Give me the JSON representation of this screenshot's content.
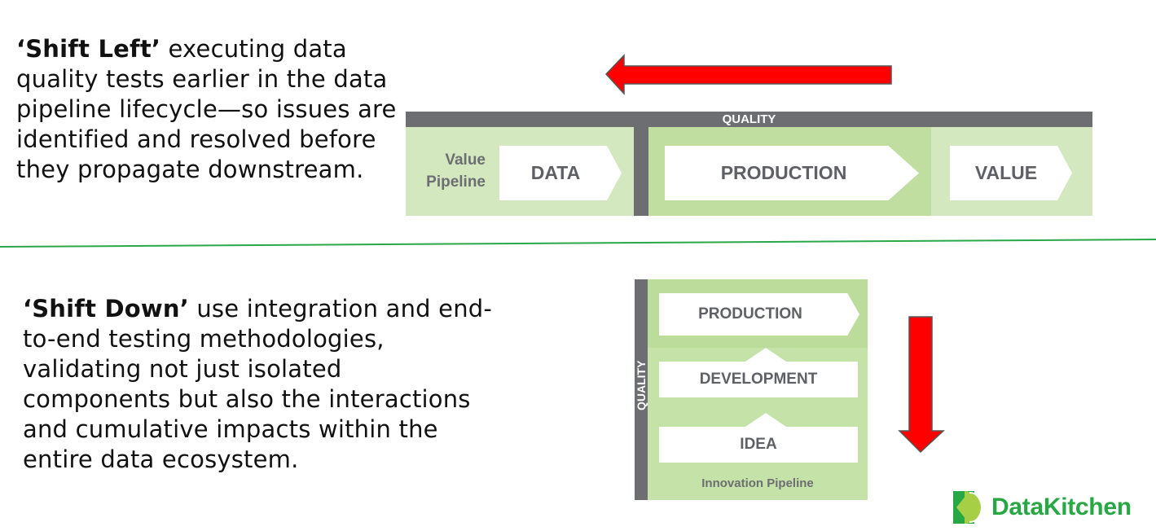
{
  "shift_left": {
    "title": "‘Shift Left’",
    "body": " executing data quality tests earlier in the data pipeline lifecycle—so issues are identified and resolved before they propagate downstream."
  },
  "shift_down": {
    "title": "‘Shift Down’",
    "body": " use integration and end-to-end testing methodologies, validating not just isolated components but also the interactions and cumulative impacts within the entire data ecosystem."
  },
  "value_pipeline": {
    "quality_label": "QUALITY",
    "row_label_line1": "Value",
    "row_label_line2": "Pipeline",
    "stages": [
      "DATA",
      "PRODUCTION",
      "VALUE"
    ]
  },
  "innovation_pipeline": {
    "quality_label": "QUALITY",
    "stages": [
      "PRODUCTION",
      "DEVELOPMENT",
      "IDEA"
    ],
    "label": "Innovation Pipeline"
  },
  "arrows": {
    "left": {
      "icon": "arrow-left-icon",
      "color": "#ff0000"
    },
    "down": {
      "icon": "arrow-down-icon",
      "color": "#ff0000"
    }
  },
  "logo": {
    "text": "DataKitchen",
    "color": "#27a844"
  },
  "colors": {
    "quality_bar": "#6d6e71",
    "light_green": "#d3e8bf",
    "mid_green": "#bfdea0",
    "divider": "#2aa84a"
  }
}
